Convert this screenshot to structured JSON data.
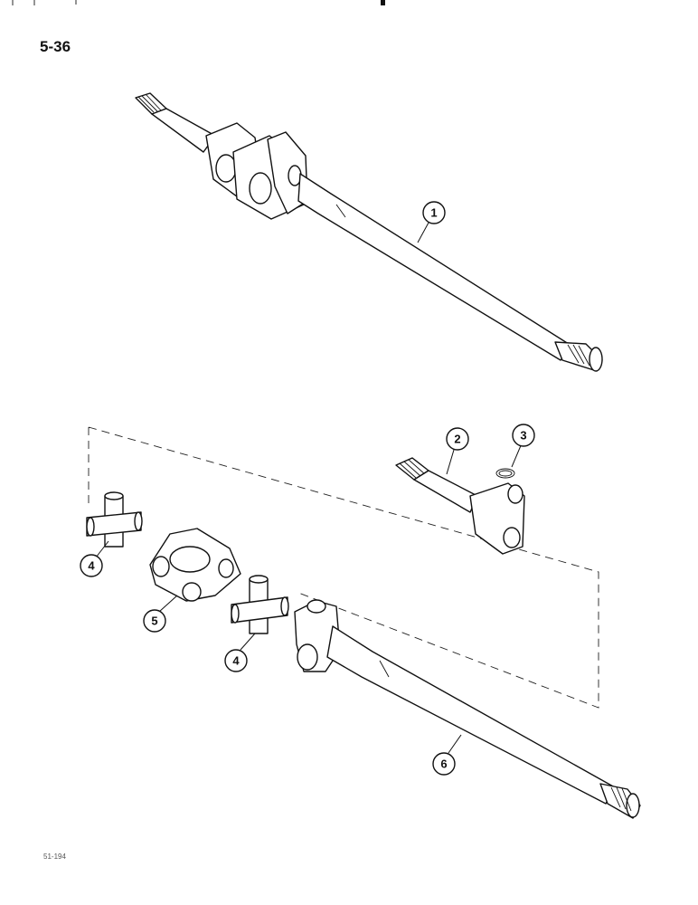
{
  "page": {
    "number": "5-36",
    "figure_code": "51-194"
  },
  "callouts": [
    {
      "id": "1",
      "label": "1",
      "part": "axle-shaft-assembly"
    },
    {
      "id": "2",
      "label": "2",
      "part": "inner-axle-shaft"
    },
    {
      "id": "3",
      "label": "3",
      "part": "snap-ring"
    },
    {
      "id": "4a",
      "label": "4",
      "part": "universal-joint-cross"
    },
    {
      "id": "5",
      "label": "5",
      "part": "coupling-yoke"
    },
    {
      "id": "4b",
      "label": "4",
      "part": "universal-joint-cross"
    },
    {
      "id": "6",
      "label": "6",
      "part": "outer-axle-shaft"
    }
  ],
  "colors": {
    "ink": "#111111",
    "paper": "#ffffff"
  }
}
